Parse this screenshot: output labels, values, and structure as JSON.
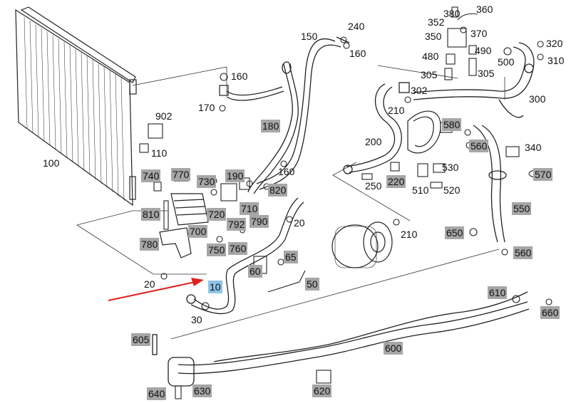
{
  "labels": {
    "l380": "380",
    "l360": "360",
    "l352": "352",
    "l350": "350",
    "l370": "370",
    "l240": "240",
    "l150": "150",
    "l160a": "160",
    "l480": "480",
    "l490": "490",
    "l320": "320",
    "l310": "310",
    "l500": "500",
    "l305a": "305",
    "l305b": "305",
    "l302": "302",
    "l300": "300",
    "l160b": "160",
    "l170": "170",
    "l210a": "210",
    "l180": "180",
    "l902": "902",
    "l110": "110",
    "l580": "580",
    "l560a": "560",
    "l340": "340",
    "l200": "200",
    "l100": "100",
    "l160c": "160",
    "l740": "740",
    "l770": "770",
    "l730": "730",
    "l190": "190",
    "l220": "220",
    "l250": "250",
    "l530": "530",
    "l510": "510",
    "l520": "520",
    "l570": "570",
    "l820": "820",
    "l710": "710",
    "l810": "810",
    "l700": "700",
    "l720": "720",
    "l792": "792",
    "l790": "790",
    "l20a": "20",
    "l550": "550",
    "l210b": "210",
    "l650": "650",
    "l780": "780",
    "l750": "750",
    "l760": "760",
    "l65": "65",
    "l560b": "560",
    "l60": "60",
    "l20b": "20",
    "l10": "10",
    "l50": "50",
    "l30": "30",
    "l610": "610",
    "l660": "660",
    "l605": "605",
    "l600": "600",
    "l640": "640",
    "l630": "630",
    "l620": "620"
  },
  "highlight": {
    "part": "10",
    "color": "#8ec3e6"
  },
  "colors": {
    "line": "#222222",
    "label_bg": "#a6a6a6",
    "arrow": "#e02020"
  }
}
